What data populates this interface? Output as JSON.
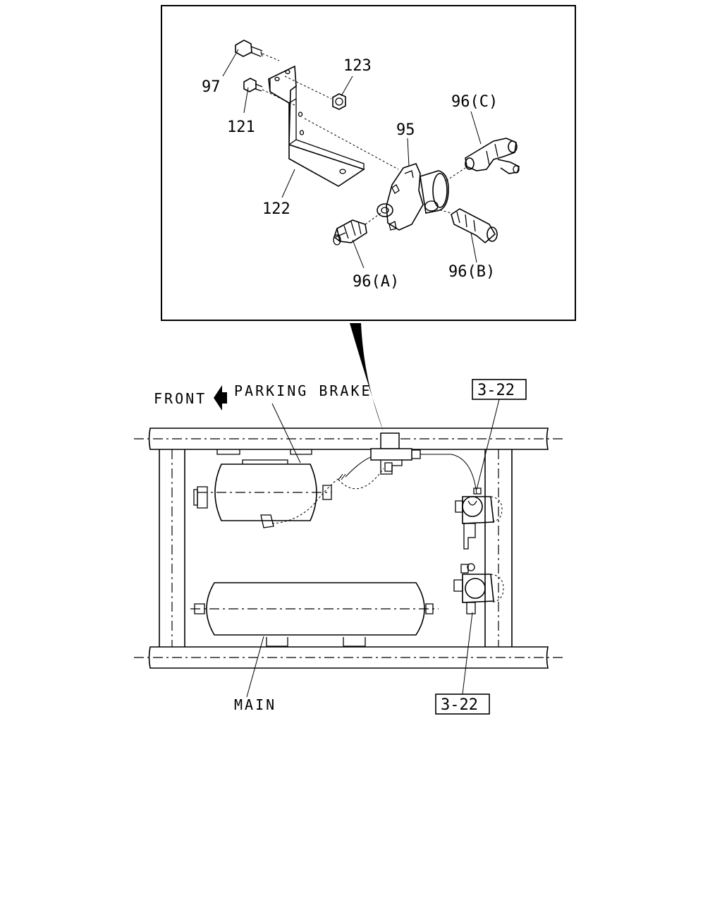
{
  "detail_view": {
    "callouts": {
      "p97": "97",
      "p123": "123",
      "p121": "121",
      "p96c": "96(C)",
      "p95": "95",
      "p122": "122",
      "p96a": "96(A)",
      "p96b": "96(B)"
    }
  },
  "overview": {
    "front_label": "FRONT",
    "parking_brake_label": "PARKING BRAKE",
    "main_label": "MAIN",
    "ref_top": "3-22",
    "ref_bottom": "3-22"
  }
}
